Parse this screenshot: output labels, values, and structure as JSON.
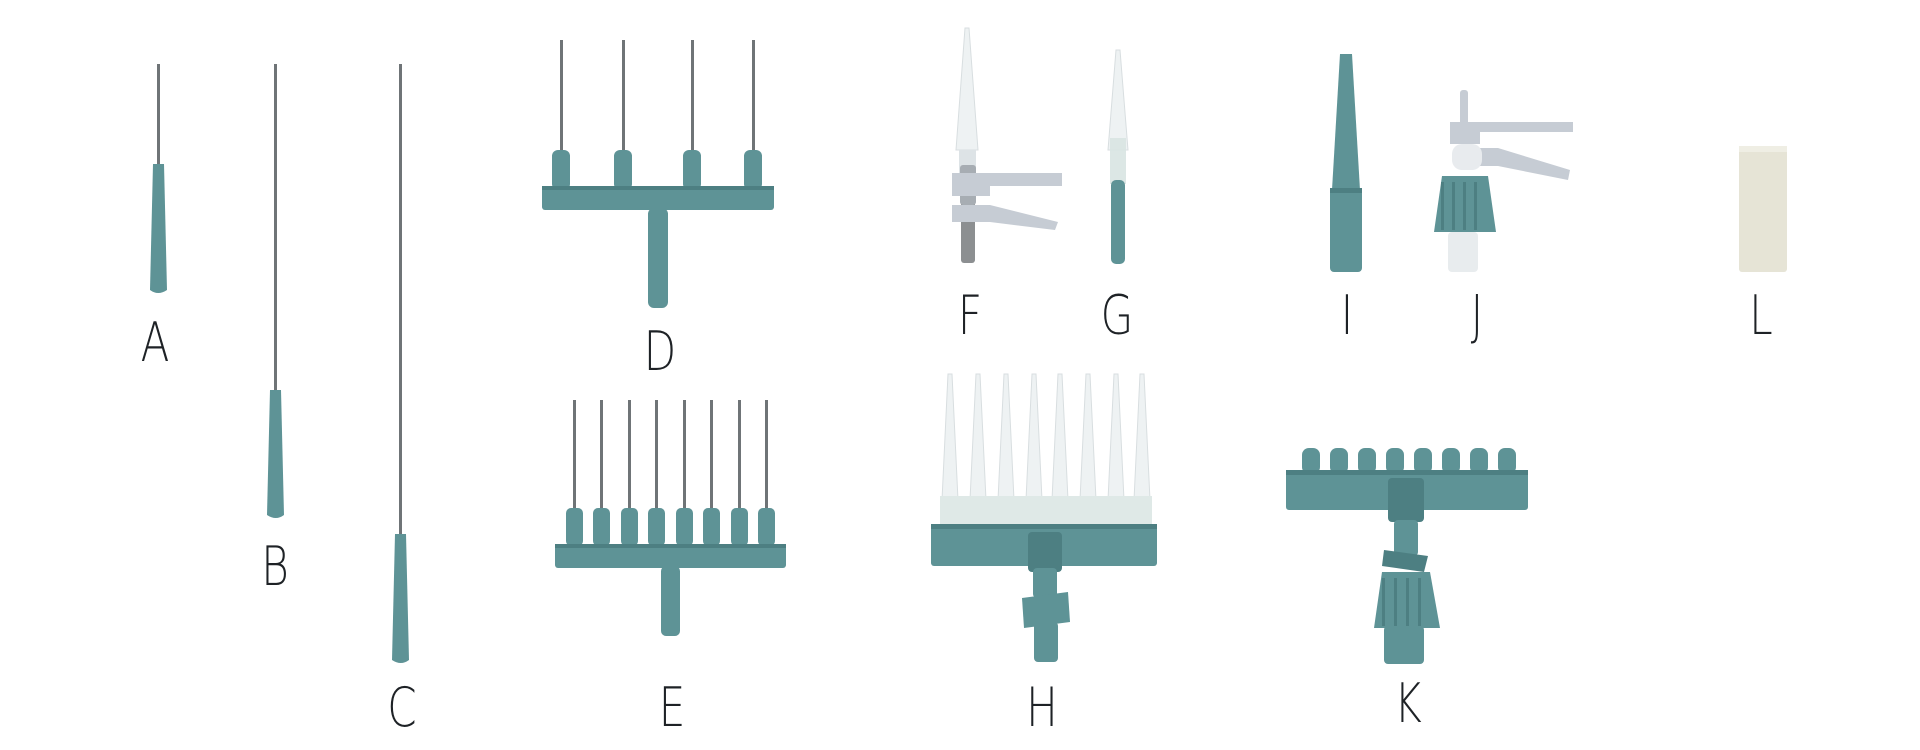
{
  "colors": {
    "teal": "#5e9396",
    "teal_dark": "#4d7f82",
    "steel": "#7a7f82",
    "pipette_tip": "#e9eeef",
    "clip_grey": "#c6ccd4",
    "grey_tube": "#8c8f91",
    "sleeve": "#e6e4d6",
    "label_text": "#1e2226"
  },
  "labels": {
    "a": "A",
    "b": "B",
    "c": "C",
    "d": "D",
    "e": "E",
    "f": "F",
    "g": "G",
    "h": "H",
    "i": "I",
    "j": "J",
    "k": "K",
    "l": "L"
  }
}
